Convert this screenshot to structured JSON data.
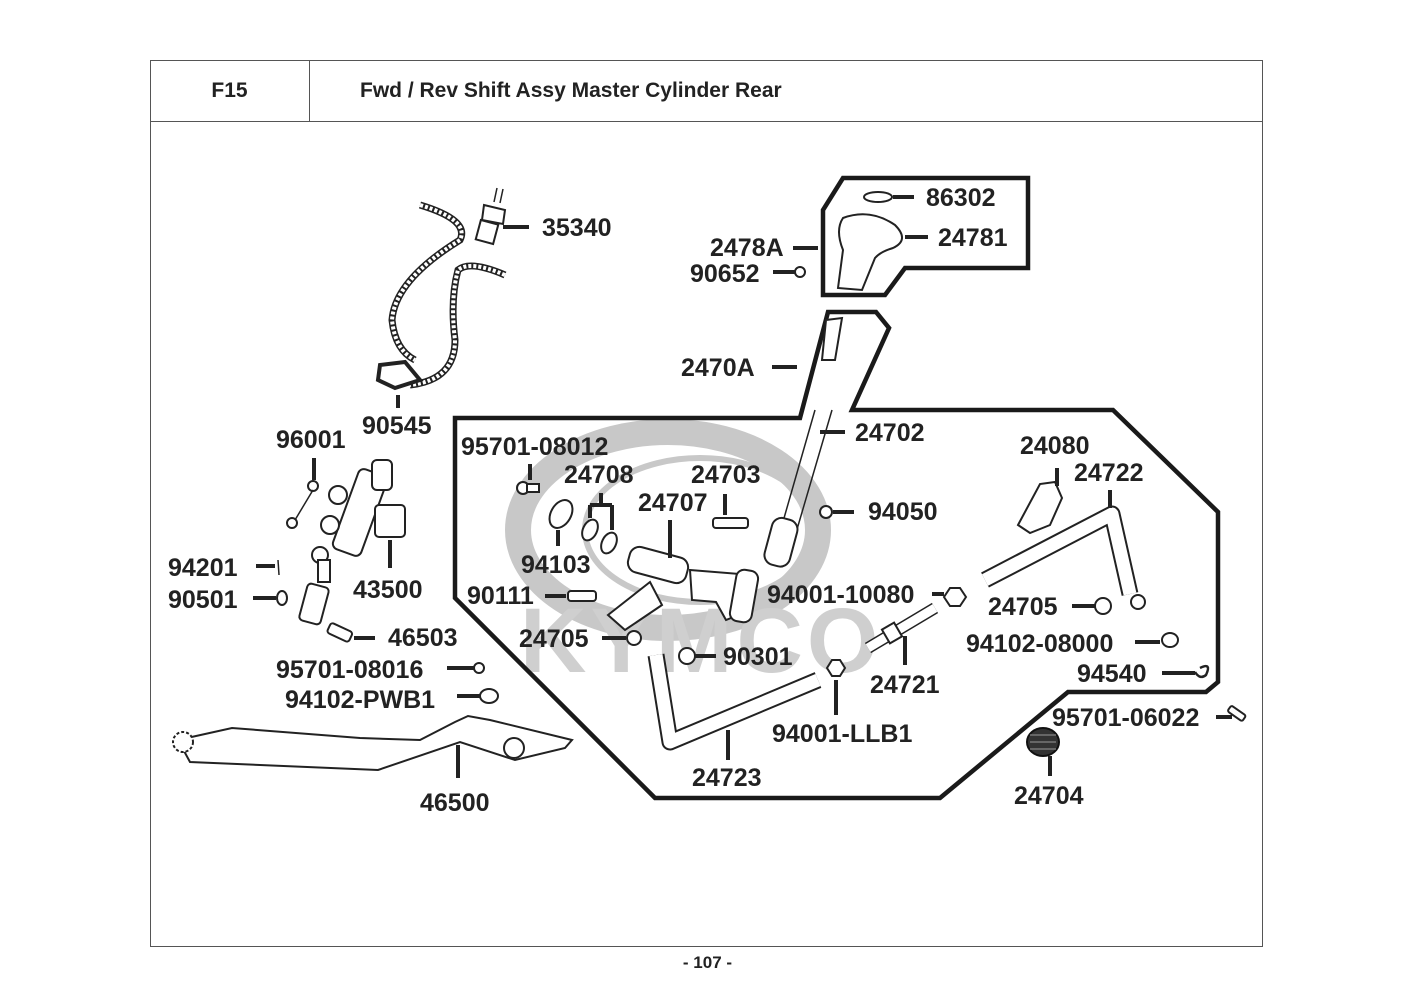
{
  "header": {
    "section_code": "F15",
    "title": "Fwd / Rev Shift Assy  Master Cylinder Rear"
  },
  "watermark": "KYMCO",
  "footer": {
    "page_number": "- 107 -"
  },
  "parts": [
    {
      "id": "p35340",
      "label": "35340"
    },
    {
      "id": "p90545",
      "label": "90545"
    },
    {
      "id": "p96001",
      "label": "96001"
    },
    {
      "id": "p43500",
      "label": "43500"
    },
    {
      "id": "p94201",
      "label": "94201"
    },
    {
      "id": "p90501",
      "label": "90501"
    },
    {
      "id": "p46503",
      "label": "46503"
    },
    {
      "id": "p95701_08016",
      "label": "95701-08016"
    },
    {
      "id": "p94102_PWB1",
      "label": "94102-PWB1"
    },
    {
      "id": "p46500",
      "label": "46500"
    },
    {
      "id": "p86302",
      "label": "86302"
    },
    {
      "id": "p24781",
      "label": "24781"
    },
    {
      "id": "p2478A",
      "label": "2478A"
    },
    {
      "id": "p90652",
      "label": "90652"
    },
    {
      "id": "p2470A",
      "label": "2470A"
    },
    {
      "id": "p24702",
      "label": "24702"
    },
    {
      "id": "p95701_08012",
      "label": "95701-08012"
    },
    {
      "id": "p24708",
      "label": "24708"
    },
    {
      "id": "p24703",
      "label": "24703"
    },
    {
      "id": "p24707",
      "label": "24707"
    },
    {
      "id": "p94050",
      "label": "94050"
    },
    {
      "id": "p94103",
      "label": "94103"
    },
    {
      "id": "p90111",
      "label": "90111"
    },
    {
      "id": "p24705a",
      "label": "24705"
    },
    {
      "id": "p90301",
      "label": "90301"
    },
    {
      "id": "p94001_10080",
      "label": "94001-10080"
    },
    {
      "id": "p24080",
      "label": "24080"
    },
    {
      "id": "p24722",
      "label": "24722"
    },
    {
      "id": "p24705b",
      "label": "24705"
    },
    {
      "id": "p94102_08000",
      "label": "94102-08000"
    },
    {
      "id": "p94540",
      "label": "94540"
    },
    {
      "id": "p24721",
      "label": "24721"
    },
    {
      "id": "p94001_LLB1",
      "label": "94001-LLB1"
    },
    {
      "id": "p24723",
      "label": "24723"
    },
    {
      "id": "p95701_06022",
      "label": "95701-06022"
    },
    {
      "id": "p24704",
      "label": "24704"
    }
  ]
}
